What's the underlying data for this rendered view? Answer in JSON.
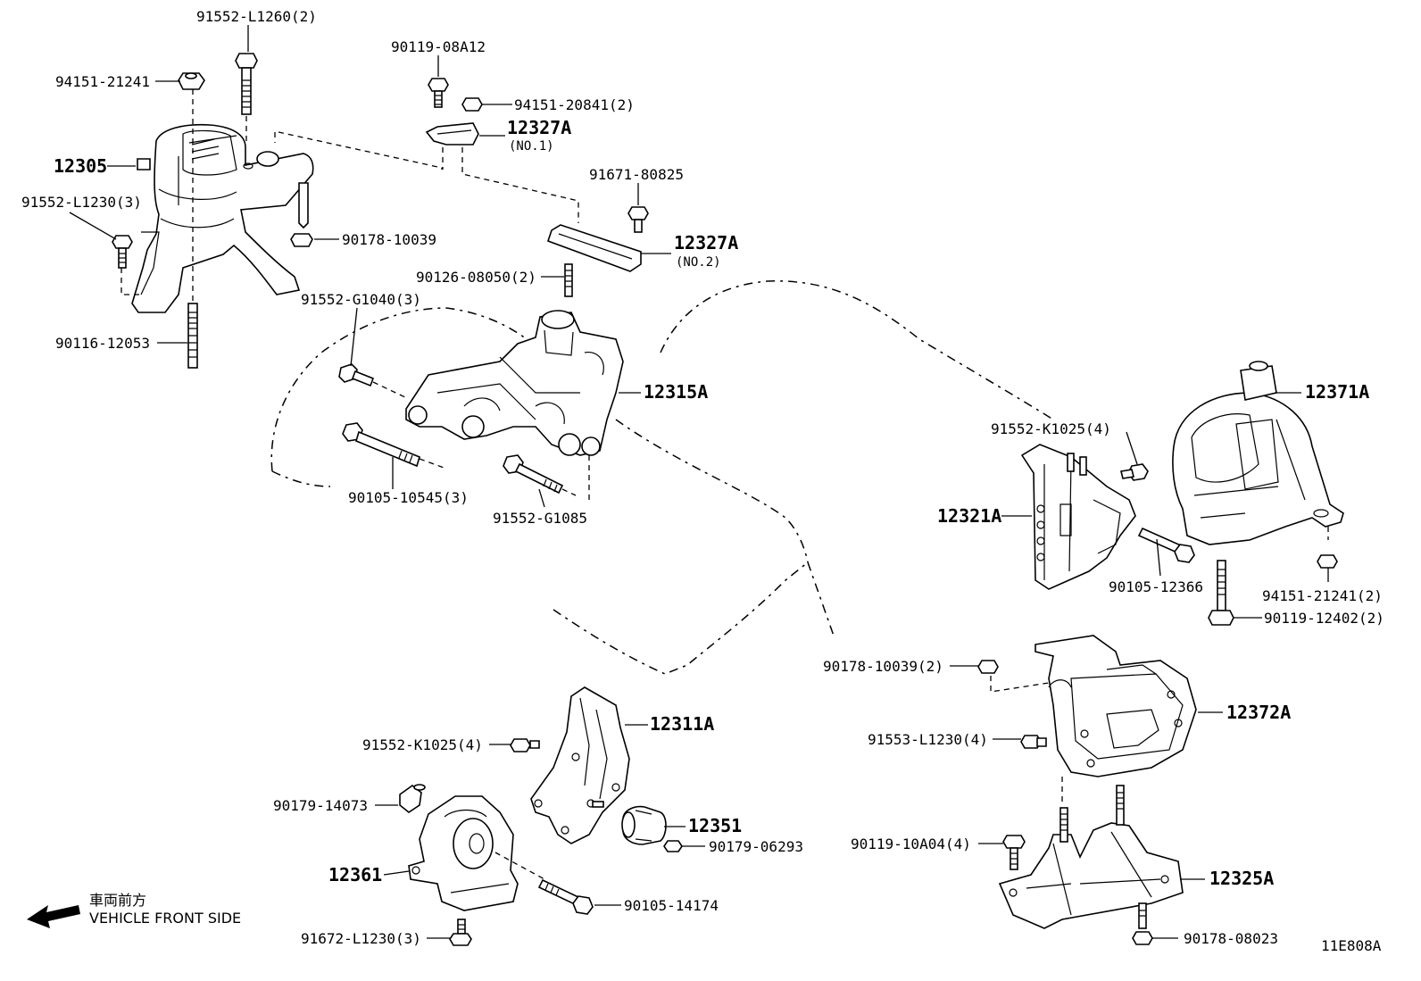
{
  "labels": {
    "p91552_L1260": "91552-L1260(2)",
    "p94151_21241": "94151-21241",
    "p12305": "12305",
    "p91552_L1230": "91552-L1230(3)",
    "p90178_10039_top": "90178-10039",
    "p90116_12053": "90116-12053",
    "p90119_08A12": "90119-08A12",
    "p94151_20841": "94151-20841(2)",
    "p12327A_1": "12327A",
    "p12327A_1_sub": "(NO.1)",
    "p91671_80825": "91671-80825",
    "p12327A_2": "12327A",
    "p12327A_2_sub": "(NO.2)",
    "p90126_08050": "90126-08050(2)",
    "p91552_G1040": "91552-G1040(3)",
    "p12315A": "12315A",
    "p90105_10545": "90105-10545(3)",
    "p91552_G1085": "91552-G1085",
    "p12371A": "12371A",
    "p91552_K1025_r": "91552-K1025(4)",
    "p12321A": "12321A",
    "p90105_12366": "90105-12366",
    "p94151_21241_2": "94151-21241(2)",
    "p90119_12402": "90119-12402(2)",
    "p90178_10039_2": "90178-10039(2)",
    "p12372A": "12372A",
    "p91553_L1230": "91553-L1230(4)",
    "p90119_10A04": "90119-10A04(4)",
    "p12325A": "12325A",
    "p90178_08023": "90178-08023",
    "p12311A": "12311A",
    "p91552_K1025_l": "91552-K1025(4)",
    "p90179_14073": "90179-14073",
    "p12351": "12351",
    "p90179_06293": "90179-06293",
    "p12361": "12361",
    "p90105_14174": "90105-14174",
    "p91672_L1230": "91672-L1230(3)"
  },
  "legend": {
    "jp": "車両前方",
    "en": "VEHICLE FRONT SIDE"
  },
  "diagram_code": "11E808A"
}
